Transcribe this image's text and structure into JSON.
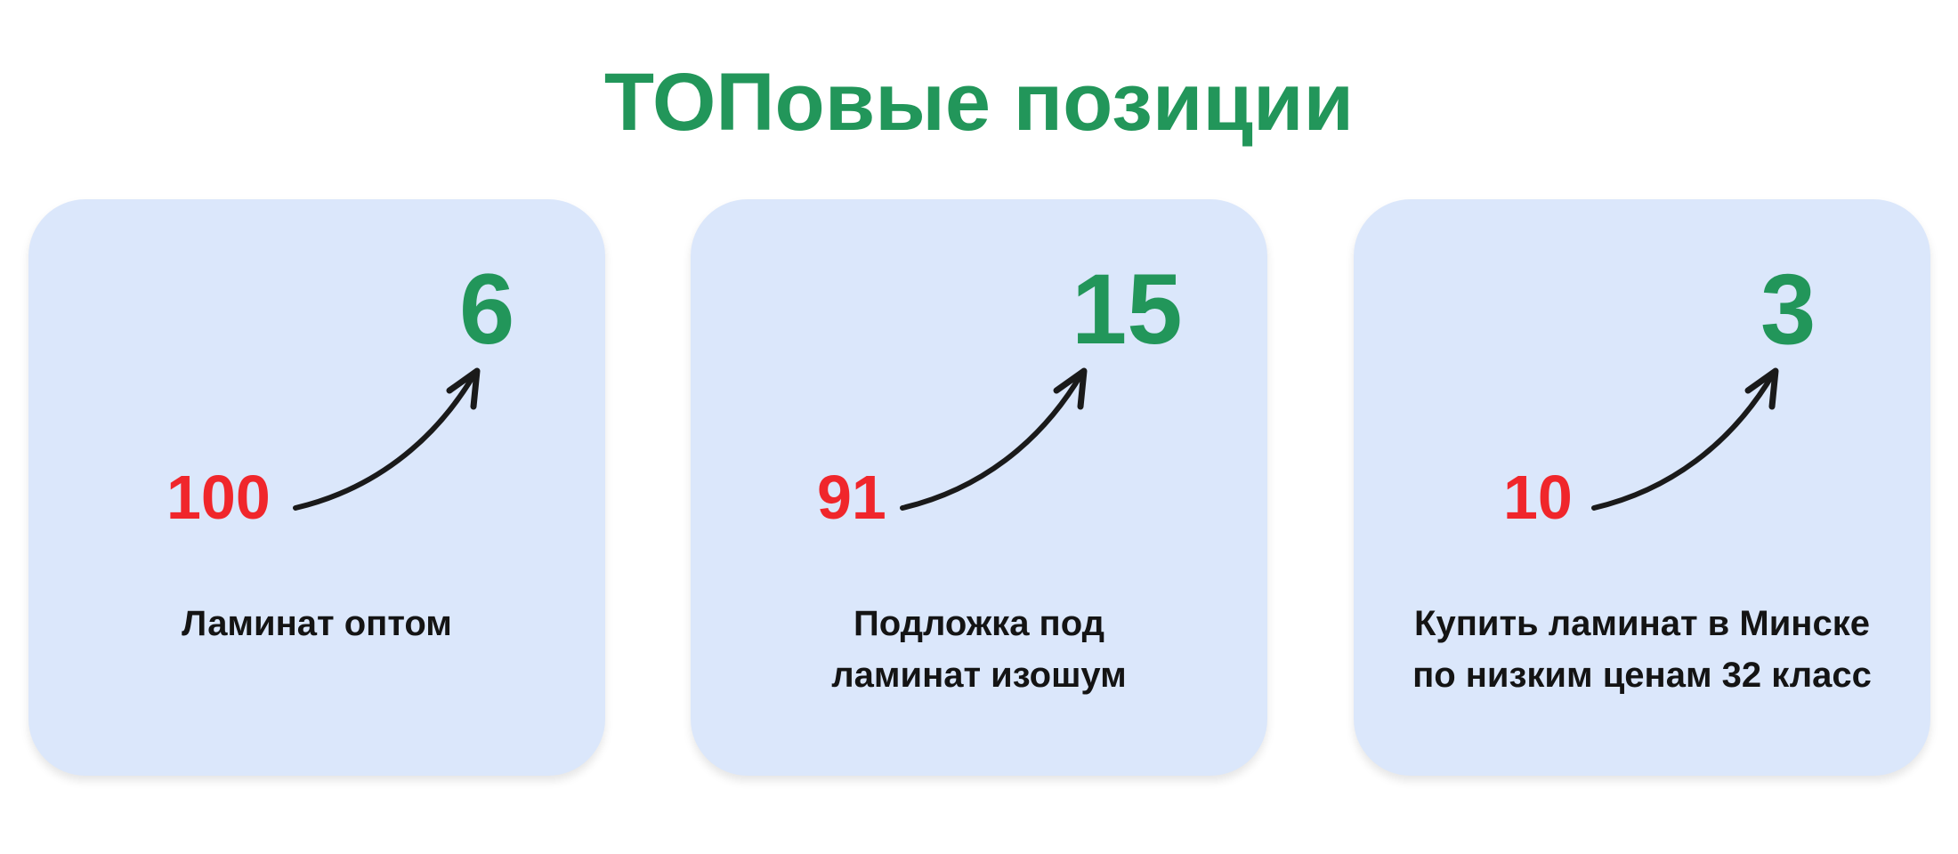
{
  "title": "ТОПовые позиции",
  "colors": {
    "accent_green": "#22965a",
    "old_position_red": "#f0262b",
    "card_background": "#dbe7fb",
    "arrow": "#1a1a1a"
  },
  "cards": [
    {
      "from": "100",
      "to": "6",
      "caption_lines": [
        "Ламинат оптом"
      ]
    },
    {
      "from": "91",
      "to": "15",
      "caption_lines": [
        "Подложка под",
        "ламинат изошум"
      ]
    },
    {
      "from": "10",
      "to": "3",
      "caption_lines": [
        "Купить ламинат в Минске",
        "по низким ценам 32 класс"
      ]
    }
  ],
  "icons": {
    "arrow": "curved-arrow-up-right-icon"
  }
}
